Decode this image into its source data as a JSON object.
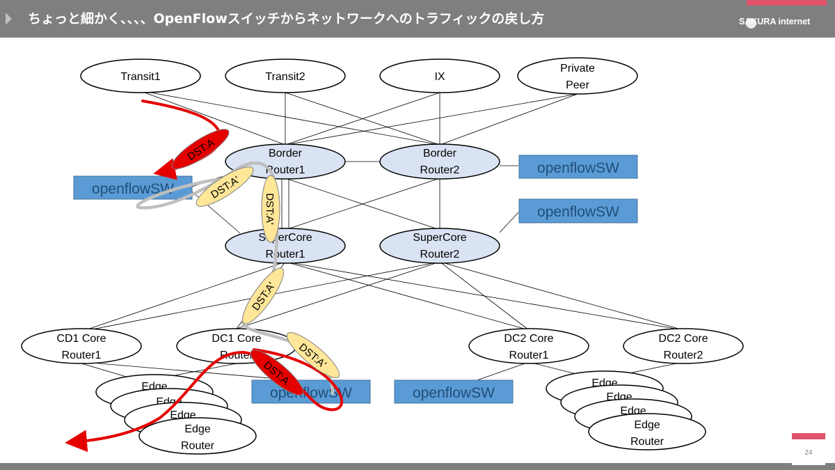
{
  "header": {
    "title": "ちょっと細かく、、、、OpenFlowスイッチからネットワークへのトラフィックの戻し方",
    "logo_text": "SAKURA internet"
  },
  "page_number": "24",
  "colors": {
    "header_bg": "#7f7f7f",
    "accent": "#e0546b",
    "router_fill": "#dae3f3",
    "openflow_fill": "#5b9bd5",
    "openflow_text": "#1f4e79",
    "flow_red": "#e50000",
    "flow_gray": "#bfbfbf",
    "label_yellow": "#ffe699"
  },
  "nodes": {
    "transit1": "Transit1",
    "transit2": "Transit2",
    "ix": "IX",
    "private_peer": [
      "Private",
      "Peer"
    ],
    "border_router1": [
      "Border",
      "Router1"
    ],
    "border_router2": [
      "Border",
      "Router2"
    ],
    "supercore_router1": [
      "SuperCore",
      "Router1"
    ],
    "supercore_router2": [
      "SuperCore",
      "Router2"
    ],
    "cd1_core_router1": [
      "CD1 Core",
      "Router1"
    ],
    "dc1_core_router": [
      "DC1 Core",
      "Router"
    ],
    "dc2_core_router1": [
      "DC2 Core",
      "Router1"
    ],
    "dc2_core_router2": [
      "DC2 Core",
      "Router2"
    ],
    "edge_stack_label": "Edge",
    "edge_router": [
      "Edge",
      "Router"
    ],
    "openflow_label": "openflowSW"
  },
  "flow_labels": {
    "red": "DST:A",
    "gray": "DST:A'"
  }
}
